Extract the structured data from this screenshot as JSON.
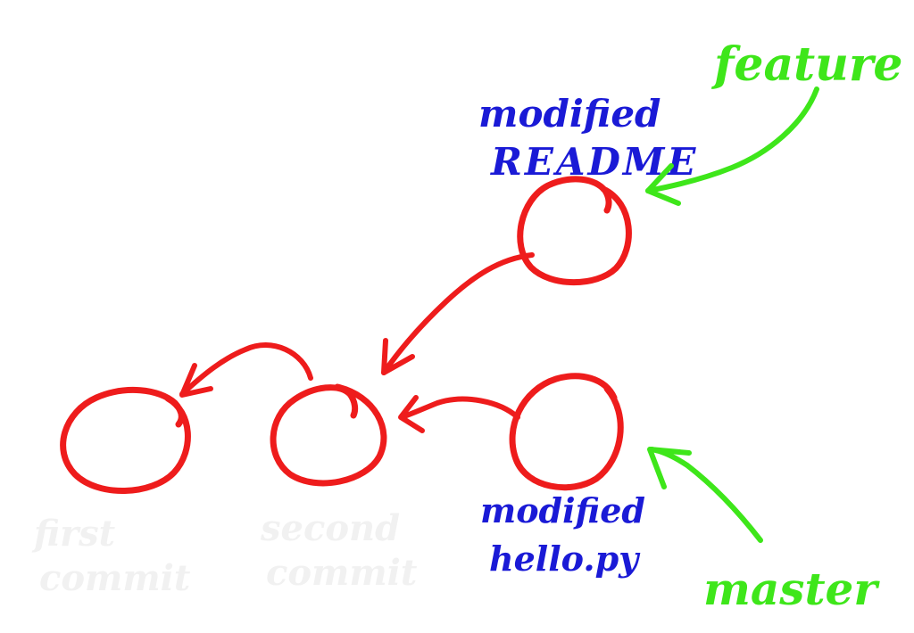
{
  "colors": {
    "commit": "#ee1c1c",
    "message": "#1a1ad6",
    "branch": "#3ee61a",
    "faint": "#f1f1f1"
  },
  "labels": {
    "readme_line1": "modified",
    "readme_line2": "README",
    "hello_line1": "modified",
    "hello_line2": "hello.py",
    "first_line1": "first",
    "first_line2": "commit",
    "second_line1": "second",
    "second_line2": "commit"
  },
  "branches": {
    "feature": "feature",
    "master": "master"
  }
}
